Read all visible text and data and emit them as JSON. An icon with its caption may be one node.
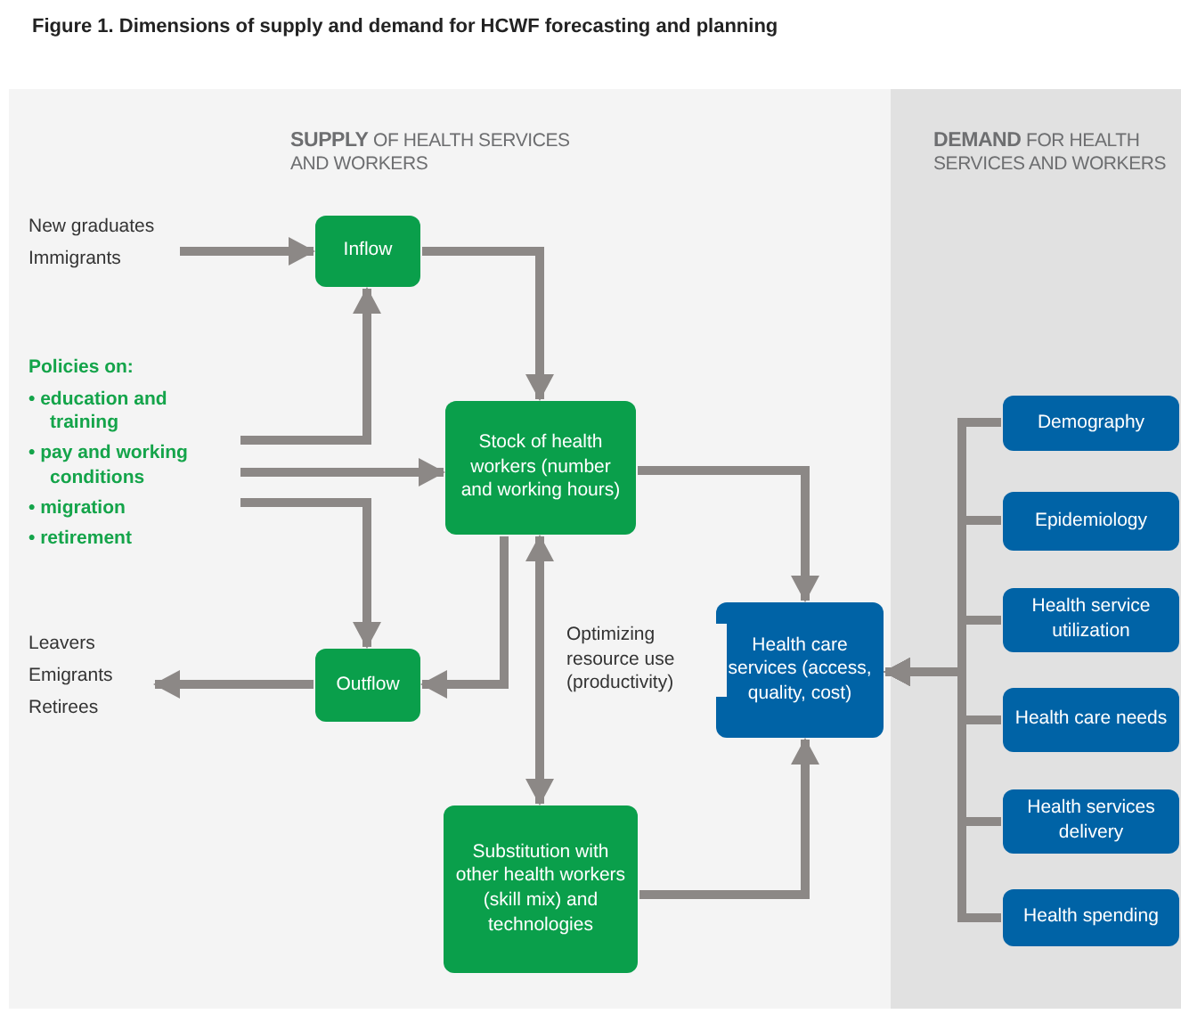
{
  "diagram": {
    "title": "Figure 1. Dimensions of supply and demand for HCWF forecasting and planning",
    "nodes": [
      {
        "text": [
          "**SUPPLY** OF HEALTH SERVICES AND WORKERS"
        ]
      },
      {
        "text": [
          "**DEMAND** FOR HEALTH SERVICES AND WORKERS"
        ]
      },
      {
        "text": [
          "New graduates",
          "Immigrants"
        ],
        "in": 0
      },
      {
        "text": [
          "Inflow"
        ],
        "in": 0
      },
      {
        "text": [
          "Policies on:",
          "• education and training",
          "• pay and working conditions",
          "• migration",
          "• retirement"
        ],
        "in": 0
      },
      {
        "text": [
          "Stock of health workers (number and working hours)"
        ],
        "in": 0
      },
      {
        "text": [
          "Leavers",
          "Emigrants",
          "Retirees"
        ],
        "in": 0
      },
      {
        "text": [
          "Outflow"
        ],
        "in": 0
      },
      {
        "text": [
          "Substitution with other health workers (skill mix) and technologies"
        ],
        "in": 0
      },
      {
        "text": [
          "Health care services (access, quality, cost)"
        ],
        "in": 0
      },
      {
        "text": [
          "Demography"
        ],
        "in": 1
      },
      {
        "text": [
          "Epidemiology"
        ],
        "in": 1
      },
      {
        "text": [
          "Health service utilization"
        ],
        "in": 1
      },
      {
        "text": [
          "Health care needs"
        ],
        "in": 1
      },
      {
        "text": [
          "Health services delivery"
        ],
        "in": 1
      },
      {
        "text": [
          "Health spending"
        ],
        "in": 1
      }
    ],
    "edges": [
      {
        "from": 2,
        "to": 3,
        "arrow": "to"
      },
      {
        "from": 3,
        "to": 5,
        "arrow": "to"
      },
      {
        "from": 4,
        "to": 3,
        "arrow": "to"
      },
      {
        "from": 4,
        "to": 5,
        "arrow": "to"
      },
      {
        "from": 4,
        "to": 7,
        "arrow": "to"
      },
      {
        "from": 5,
        "to": 7,
        "arrow": "to"
      },
      {
        "from": 7,
        "to": 6,
        "arrow": "to"
      },
      {
        "from": 5,
        "to": 8,
        "arrow": "both",
        "label": "Optimizing resource use (productivity)"
      },
      {
        "from": 5,
        "to": 9,
        "arrow": "to"
      },
      {
        "from": 8,
        "to": 9,
        "arrow": "to"
      },
      {
        "from": 10,
        "to": 9,
        "arrow": "to"
      },
      {
        "from": 11,
        "to": 9,
        "arrow": "to"
      },
      {
        "from": 12,
        "to": 9,
        "arrow": "to"
      },
      {
        "from": 13,
        "to": 9,
        "arrow": "to"
      },
      {
        "from": 14,
        "to": 9,
        "arrow": "to"
      },
      {
        "from": 15,
        "to": 9,
        "arrow": "to"
      }
    ]
  }
}
